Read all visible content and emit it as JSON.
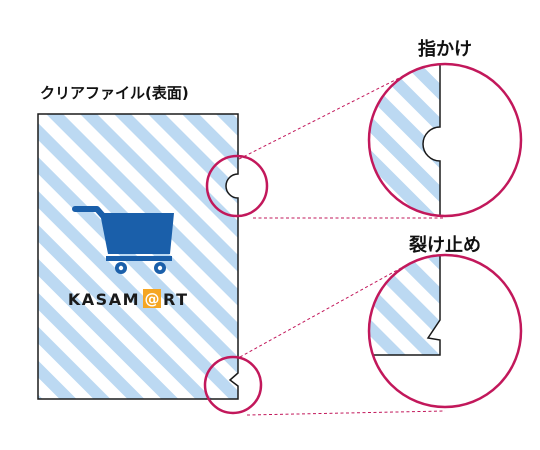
{
  "labels": {
    "folder_title": "クリアファイル(表面)",
    "finger_notch": "指かけ",
    "tear_stop": "裂け止め"
  },
  "brand": {
    "text_before": "KASAM",
    "at_symbol": "@",
    "text_after": "RT"
  },
  "colors": {
    "stripe": "#bcd9f2",
    "outline": "#1a1a1a",
    "callout": "#c2185b",
    "cart": "#1a5faa",
    "at_badge": "#f5a623"
  },
  "icons": {
    "cart": "shopping-cart-icon"
  }
}
